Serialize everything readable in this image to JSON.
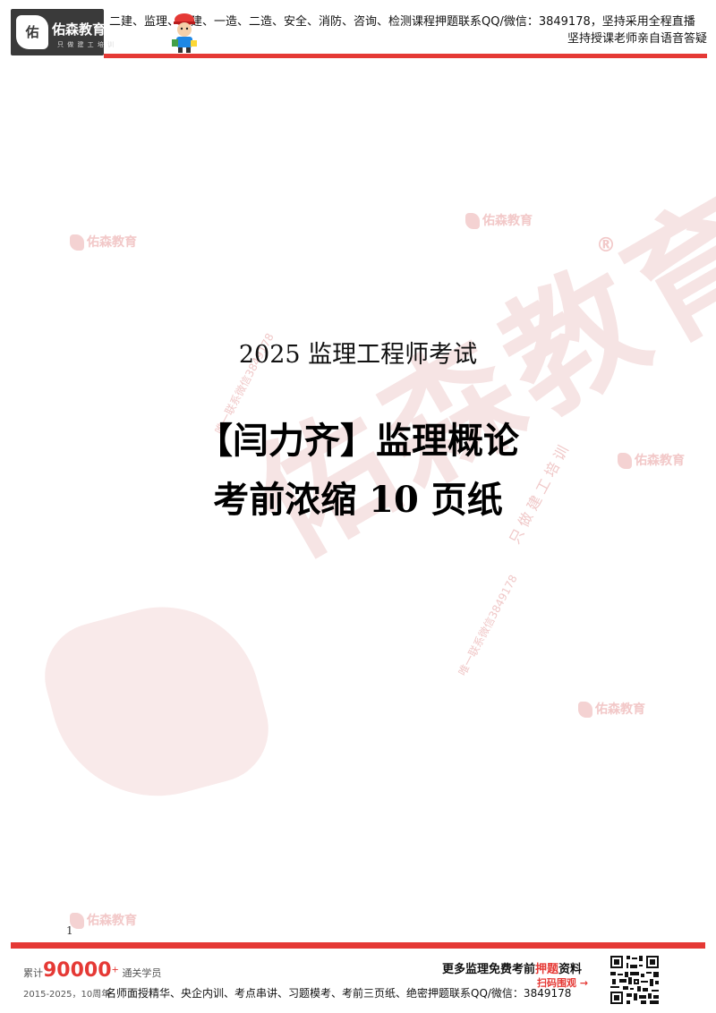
{
  "header": {
    "logo_mark": "佑",
    "logo_name": "佑森教育",
    "logo_tagline": "只 做 建 工 培 训",
    "line1": "二建、监理、一建、一造、二造、安全、消防、咨询、检测课程押题联系QQ/微信：3849178，坚持采用全程直播",
    "line2": "坚持授课老师亲自语音答疑"
  },
  "watermark": {
    "brand": "佑森教育",
    "big": "佑森教育",
    "contact": "唯一联系微信3849178",
    "side_mark": "只 做 建 工 培 训",
    "registered": "®"
  },
  "title": {
    "line1": "2025 监理工程师考试",
    "line2": "【闫力齐】监理概论",
    "line3": "考前浓缩 10 页纸"
  },
  "page_number": "1",
  "footer": {
    "count_prefix": "累计",
    "count_value": "90000",
    "count_plus": "+",
    "count_suffix": "通关学员",
    "years": "2015-2025，10周年",
    "slogan_prefix": "更多监理免费考前",
    "slogan_highlight": "押题",
    "slogan_suffix": "资料",
    "qr_label": "扫码围观 →",
    "services": "名师面授精华、央企内训、考点串讲、习题模考、考前三页纸、绝密押题联系QQ/微信：3849178"
  },
  "colors": {
    "accent": "#e53935",
    "logo_bg": "#3a3a3a"
  }
}
